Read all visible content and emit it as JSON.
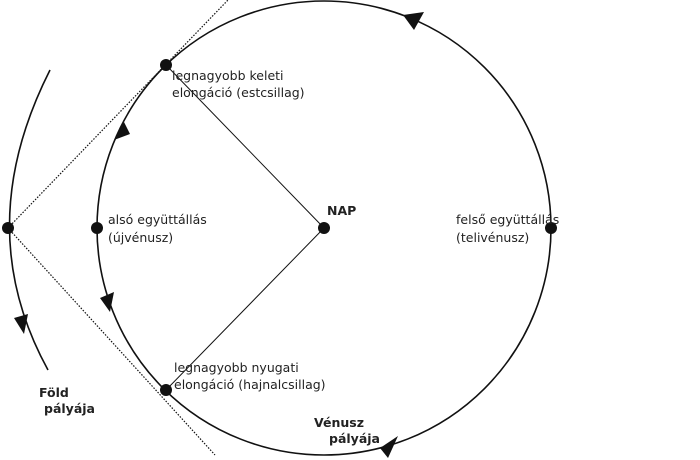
{
  "colors": {
    "line": "#111111",
    "text": "#222222",
    "background": "#ffffff"
  },
  "labels": {
    "sun": "NAP",
    "greatest_eastern": [
      "legnagyobb keleti",
      "elongáció (estcsillag)"
    ],
    "inferior_conjunction": [
      "alsó együttállás",
      "(újvénusz)"
    ],
    "superior_conjunction": [
      "felső együttállás",
      "(telivénusz)"
    ],
    "greatest_western": [
      "legnagyobb nyugati",
      "elongáció (hajnalcsillag)"
    ],
    "earth_orbit": [
      "Föld",
      "pályája"
    ],
    "venus_orbit": [
      "Vénusz",
      "pályája"
    ]
  },
  "points": [
    {
      "id": "sun",
      "name": "Nap"
    },
    {
      "id": "earth",
      "name": "Föld"
    },
    {
      "id": "inferior_conjunction",
      "name": "alsó együttállás"
    },
    {
      "id": "superior_conjunction",
      "name": "felső együttállás"
    },
    {
      "id": "greatest_eastern_elongation",
      "name": "legnagyobb keleti elongáció"
    },
    {
      "id": "greatest_western_elongation",
      "name": "legnagyobb nyugati elongáció"
    }
  ],
  "motion_direction": "counterclockwise"
}
